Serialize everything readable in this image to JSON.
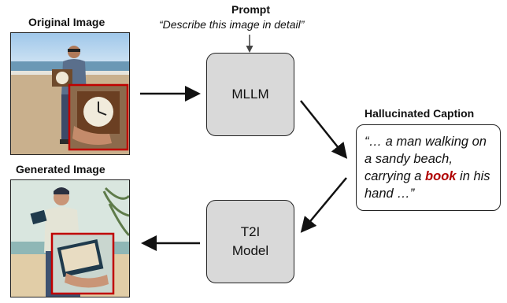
{
  "labels": {
    "original_image": "Original Image",
    "generated_image": "Generated Image",
    "prompt_title": "Prompt",
    "prompt_text": "“Describe this image in detail”",
    "mllm": "MLLM",
    "t2i_line1": "T2I",
    "t2i_line2": "Model",
    "hallucinated_caption": "Hallucinated Caption"
  },
  "caption": {
    "before": "“… a man walking on a sandy beach, carrying a ",
    "highlight": "book",
    "after": " in his hand …”"
  },
  "colors": {
    "highlight": "#b00000",
    "box_fill": "#d9d9d9",
    "inset_border": "#c00000"
  }
}
